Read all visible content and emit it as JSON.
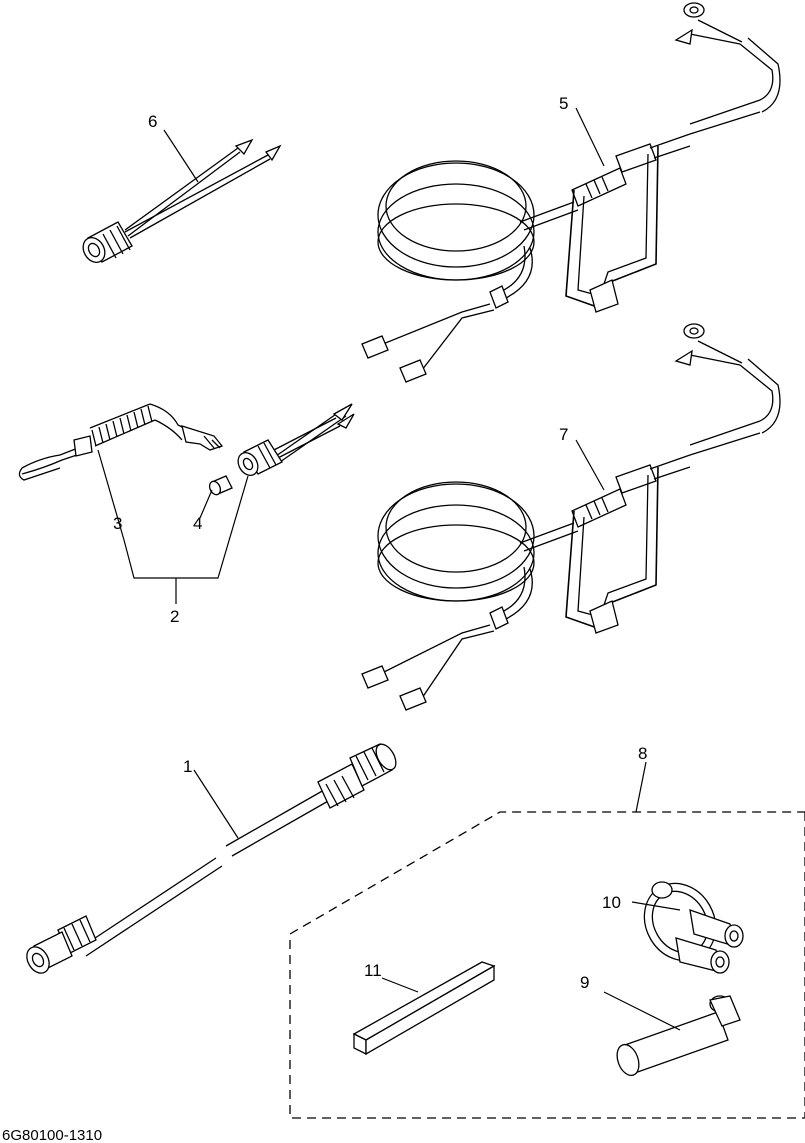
{
  "diagram": {
    "drawing_code": "6G80100-1310",
    "callouts": [
      "1",
      "2",
      "3",
      "4",
      "5",
      "6",
      "7",
      "8",
      "9",
      "10",
      "11"
    ]
  }
}
